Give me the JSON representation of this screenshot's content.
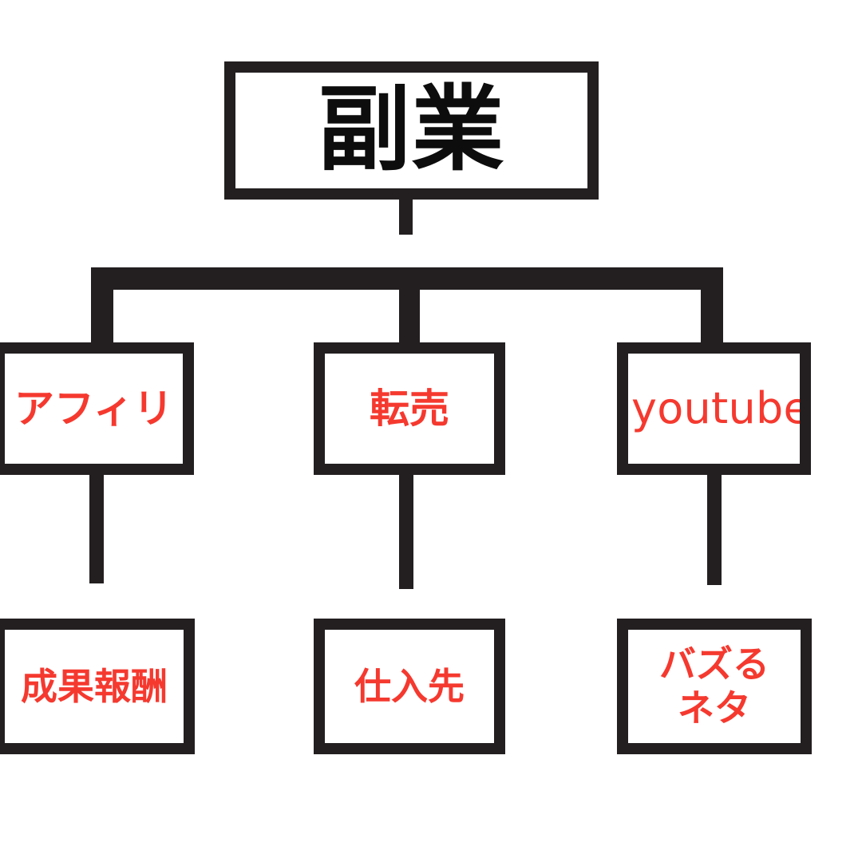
{
  "diagram": {
    "type": "tree",
    "title": "副業",
    "background_color": "#ffffff",
    "line_color": "#231f20",
    "accent_color": "#f5392f",
    "root": {
      "id": "root",
      "label": "副業",
      "text_color": "#0d0d0d"
    },
    "branches": [
      {
        "id": "affiliate",
        "label": "アフィリ",
        "text_color": "#f5392f",
        "child": {
          "id": "commission",
          "label": "成果報酬",
          "text_color": "#f5392f"
        }
      },
      {
        "id": "resale",
        "label": "転売",
        "text_color": "#f5392f",
        "child": {
          "id": "supplier",
          "label": "仕入先",
          "text_color": "#f5392f"
        }
      },
      {
        "id": "youtube",
        "label": "youtube",
        "text_color": "#f5392f",
        "child": {
          "id": "viral",
          "label": "バズる\nネタ",
          "text_color": "#f5392f"
        }
      }
    ]
  }
}
